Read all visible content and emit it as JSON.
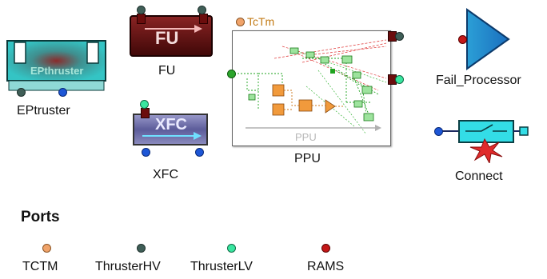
{
  "blocks": {
    "epthruster": {
      "icon_text": "EPthruster",
      "label": "EPtruster"
    },
    "fu": {
      "icon_text": "FU",
      "label": "FU"
    },
    "xfc": {
      "icon_text": "XFC",
      "label": "XFC"
    },
    "ppu": {
      "icon_text": "PPU",
      "port_text": "TcTm",
      "label": "PPU"
    },
    "fail_processor": {
      "label": "Fail_Processor"
    },
    "connect": {
      "label": "Connect"
    }
  },
  "ports_legend": {
    "title": "Ports",
    "items": [
      {
        "label": "TCTM",
        "color": "#f0a36a"
      },
      {
        "label": "ThrusterHV",
        "color": "#3f5e57"
      },
      {
        "label": "ThrusterLV",
        "color": "#39e6a0"
      },
      {
        "label": "RAMS",
        "color": "#c41818"
      }
    ]
  }
}
